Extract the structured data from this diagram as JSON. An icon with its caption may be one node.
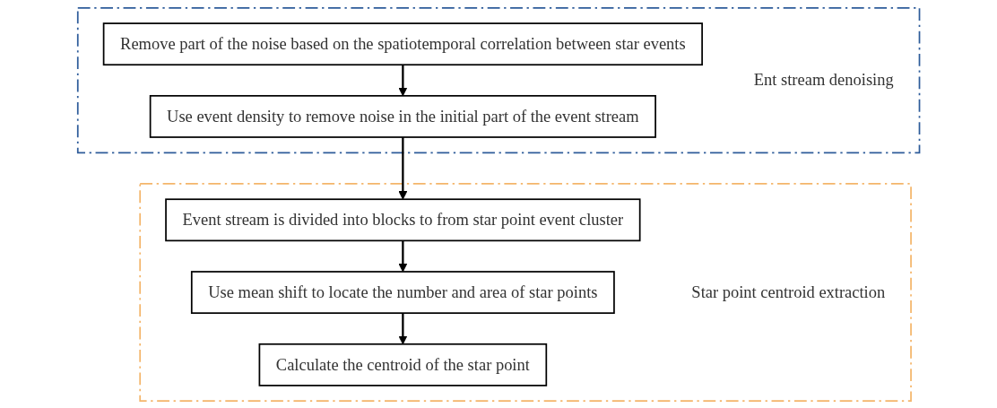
{
  "diagram": {
    "nodes": [
      {
        "text": [
          "Ent stream denoising"
        ]
      },
      {
        "text": [
          "Remove part of the noise based on the spatiotemporal correlation between star events"
        ],
        "in": 0
      },
      {
        "text": [
          "Use event density to remove noise in the initial part of the event stream"
        ],
        "in": 0
      },
      {
        "text": [
          "Star point centroid extraction"
        ]
      },
      {
        "text": [
          "Event stream is divided into blocks to from star point event cluster"
        ],
        "in": 3
      },
      {
        "text": [
          "Use mean shift to locate the number and area of star points"
        ],
        "in": 3
      },
      {
        "text": [
          "Calculate the centroid of the star point"
        ],
        "in": 3
      }
    ],
    "edges": [
      {
        "from": 1,
        "to": 2,
        "arrow": "to"
      },
      {
        "from": 2,
        "to": 4,
        "arrow": "to"
      },
      {
        "from": 4,
        "to": 5,
        "arrow": "to"
      },
      {
        "from": 5,
        "to": 6,
        "arrow": "to"
      }
    ]
  }
}
